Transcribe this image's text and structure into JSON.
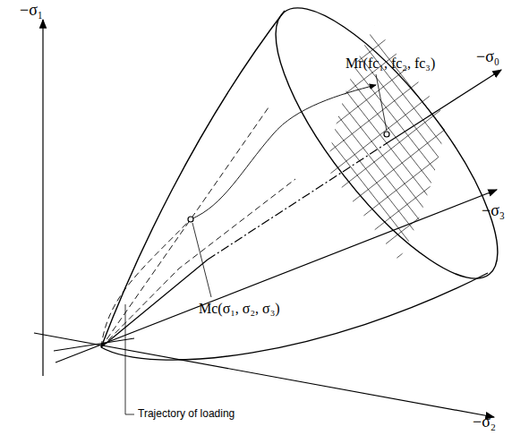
{
  "diagram": {
    "labels": [
      "−σ₁",
      "−σ₀",
      "−σ₃",
      "−σ₂",
      "Mr(fc₁, fc₂, fc₃)",
      "Mc(σ₁, σ₂, σ₃)",
      "Trajectory of loading"
    ]
  }
}
